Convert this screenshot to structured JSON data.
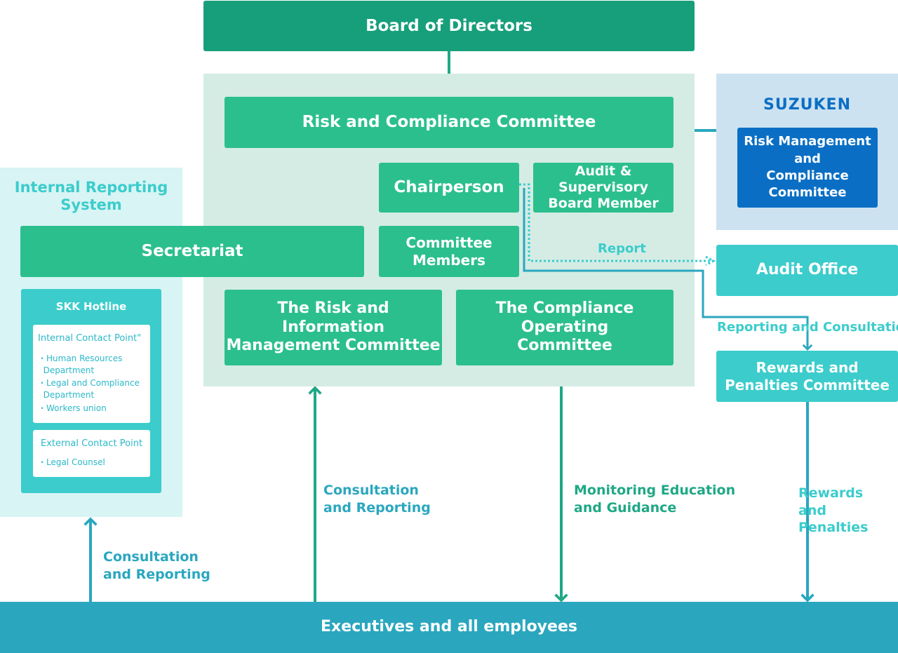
{
  "colors": {
    "green": "#2bbf8e",
    "dark_green": "#179f7b",
    "light_green_panel": "#d4ece4",
    "teal": "#3ccccc",
    "light_teal_panel": "#d8f4f4",
    "light_blue_panel": "#cde2f1",
    "blue": "#0a6fc4",
    "bottom_bar": "#2aa7bf",
    "line_green": "#1fa885",
    "line_teal": "#2aa7bf"
  },
  "board": {
    "label": "Board of Directors"
  },
  "risk_committee": {
    "label": "Risk and Compliance Committee"
  },
  "chairperson": {
    "label": "Chairperson"
  },
  "audit_board_member": {
    "label": "Audit & Supervisory\nBoard Member"
  },
  "committee_members": {
    "label": "Committee\nMembers"
  },
  "secretariat": {
    "label": "Secretariat"
  },
  "risk_info_committee": {
    "label": "The Risk and Information\nManagement Committee"
  },
  "compliance_operating_committee": {
    "label": "The Compliance Operating\nCommittee"
  },
  "suzuken": {
    "title": "SUZUKEN",
    "committee": "Risk Management\nand\nCompliance\nCommittee"
  },
  "audit_office": {
    "label": "Audit Office"
  },
  "rewards_committee": {
    "label": "Rewards and\nPenalties Committee"
  },
  "internal_reporting": {
    "title": "Internal Reporting\nSystem",
    "hotline": {
      "title": "SKK Hotline",
      "internal_contact": {
        "title": "Internal Contact Point\"",
        "items": [
          "・Human Resources\n  Department",
          "・Legal and Compliance\n  Department",
          "・Workers union"
        ]
      },
      "external_contact": {
        "title": "External Contact Point",
        "items": [
          "・Legal Counsel"
        ]
      }
    }
  },
  "employees": {
    "label": "Executives and all employees"
  },
  "labels": {
    "report": "Report",
    "reporting_consultation": "Reporting and Consultation",
    "consultation_reporting_center": "Consultation\nand Reporting",
    "consultation_reporting_left": "Consultation\nand Reporting",
    "monitoring": "Monitoring Education\nand Guidance",
    "rewards_penalties": "Rewards\nand Penalties"
  }
}
